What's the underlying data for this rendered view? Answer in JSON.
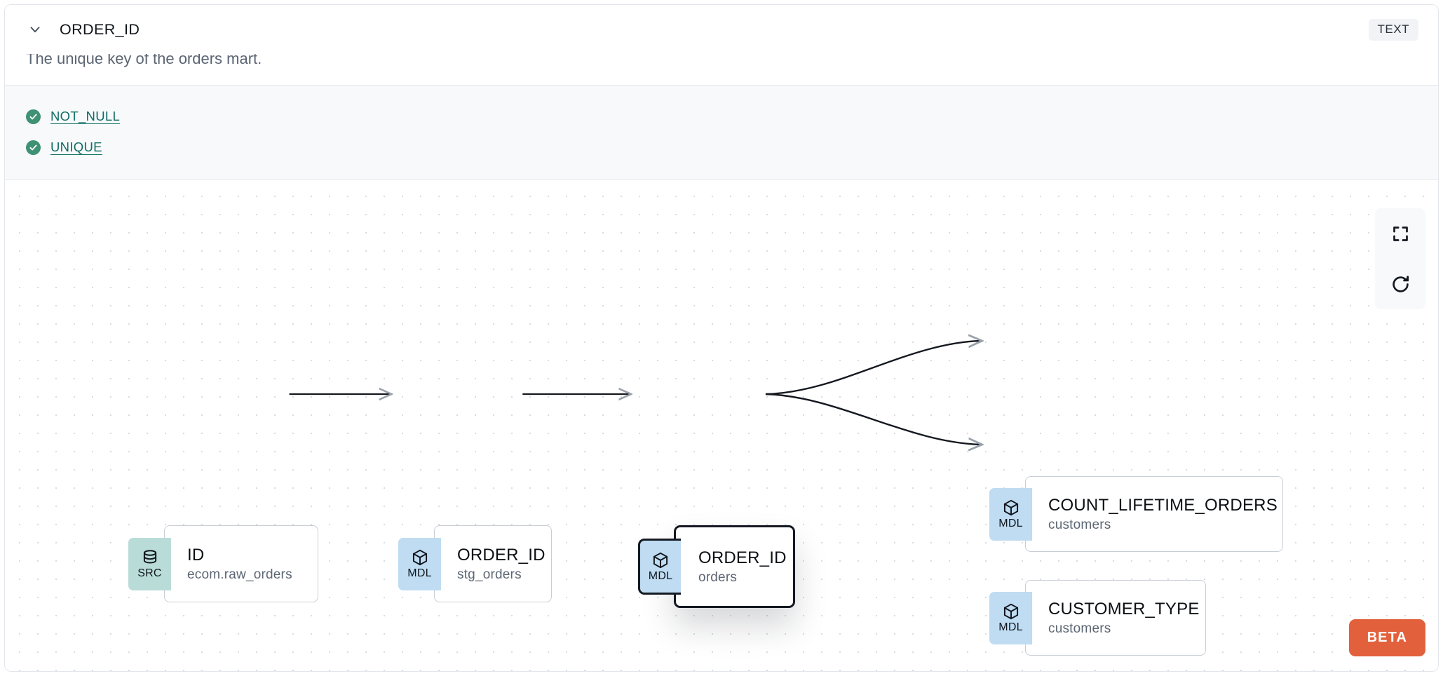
{
  "header": {
    "column_name": "ORDER_ID",
    "type_badge": "TEXT",
    "collapse_icon": "chevron-down-icon"
  },
  "description": "The unique key of the orders mart.",
  "tests": [
    {
      "label": "NOT_NULL",
      "status": "passed",
      "status_color": "#3e9173"
    },
    {
      "label": "UNIQUE",
      "status": "passed",
      "status_color": "#3e9173"
    }
  ],
  "lineage": {
    "nodes": [
      {
        "id": "src",
        "badge": "SRC",
        "badge_icon": "database-icon",
        "name": "ID",
        "subtitle": "ecom.raw_orders",
        "selected": false,
        "badge_color": "#b9dcd9"
      },
      {
        "id": "stg",
        "badge": "MDL",
        "badge_icon": "cube-icon",
        "name": "ORDER_ID",
        "subtitle": "stg_orders",
        "selected": false,
        "badge_color": "#bfdcf2"
      },
      {
        "id": "orders",
        "badge": "MDL",
        "badge_icon": "cube-icon",
        "name": "ORDER_ID",
        "subtitle": "orders",
        "selected": true,
        "badge_color": "#bfdcf2"
      },
      {
        "id": "count",
        "badge": "MDL",
        "badge_icon": "cube-icon",
        "name": "COUNT_LIFETIME_ORDERS",
        "subtitle": "customers",
        "selected": false,
        "badge_color": "#bfdcf2"
      },
      {
        "id": "ctype",
        "badge": "MDL",
        "badge_icon": "cube-icon",
        "name": "CUSTOMER_TYPE",
        "subtitle": "customers",
        "selected": false,
        "badge_color": "#bfdcf2"
      }
    ],
    "edges": [
      {
        "from": "src",
        "to": "stg"
      },
      {
        "from": "stg",
        "to": "orders"
      },
      {
        "from": "orders",
        "to": "count"
      },
      {
        "from": "orders",
        "to": "ctype"
      }
    ]
  },
  "controls": [
    {
      "name": "fit-view-button",
      "icon": "fullscreen-icon"
    },
    {
      "name": "refresh-button",
      "icon": "refresh-icon"
    }
  ],
  "beta_badge": "BETA"
}
